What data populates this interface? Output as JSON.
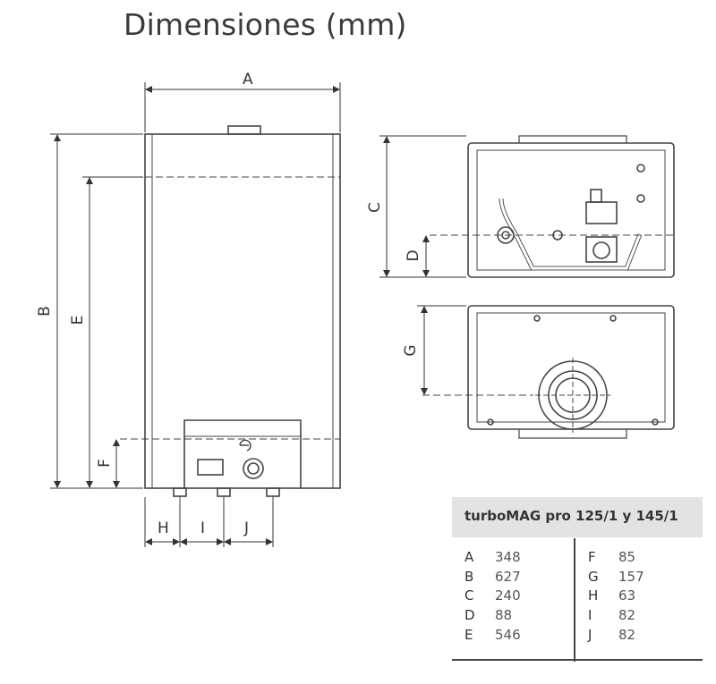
{
  "title": "Dimensiones (mm)",
  "labels": {
    "A": "A",
    "B": "B",
    "C": "C",
    "D": "D",
    "E": "E",
    "F": "F",
    "G": "G",
    "H": "H",
    "I": "I",
    "J": "J"
  },
  "table": {
    "title": "turboMAG pro 125/1 y 145/1",
    "left": [
      {
        "key": "A",
        "value": "348"
      },
      {
        "key": "B",
        "value": "627"
      },
      {
        "key": "C",
        "value": "240"
      },
      {
        "key": "D",
        "value": "88"
      },
      {
        "key": "E",
        "value": "546"
      }
    ],
    "right": [
      {
        "key": "F",
        "value": "85"
      },
      {
        "key": "G",
        "value": "157"
      },
      {
        "key": "H",
        "value": "63"
      },
      {
        "key": "I",
        "value": "82"
      },
      {
        "key": "J",
        "value": "82"
      }
    ]
  }
}
